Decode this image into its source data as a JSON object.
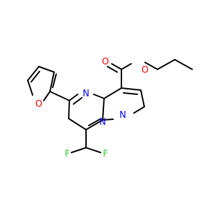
{
  "molecule": {
    "colors": {
      "bond": "#000000",
      "oxygen": "#ff0000",
      "nitrogen": "#0000ff",
      "fluorine": "#33cc33",
      "background": "#ffffff"
    },
    "atoms": {
      "ester_carbonyl_O": "O",
      "ester_ether_O": "O",
      "furan_O": "O",
      "pyrimidine_N": "N",
      "bridgehead_N": "N",
      "pyrazole_N": "N",
      "fluorine_left": "F",
      "fluorine_right": "F"
    }
  }
}
